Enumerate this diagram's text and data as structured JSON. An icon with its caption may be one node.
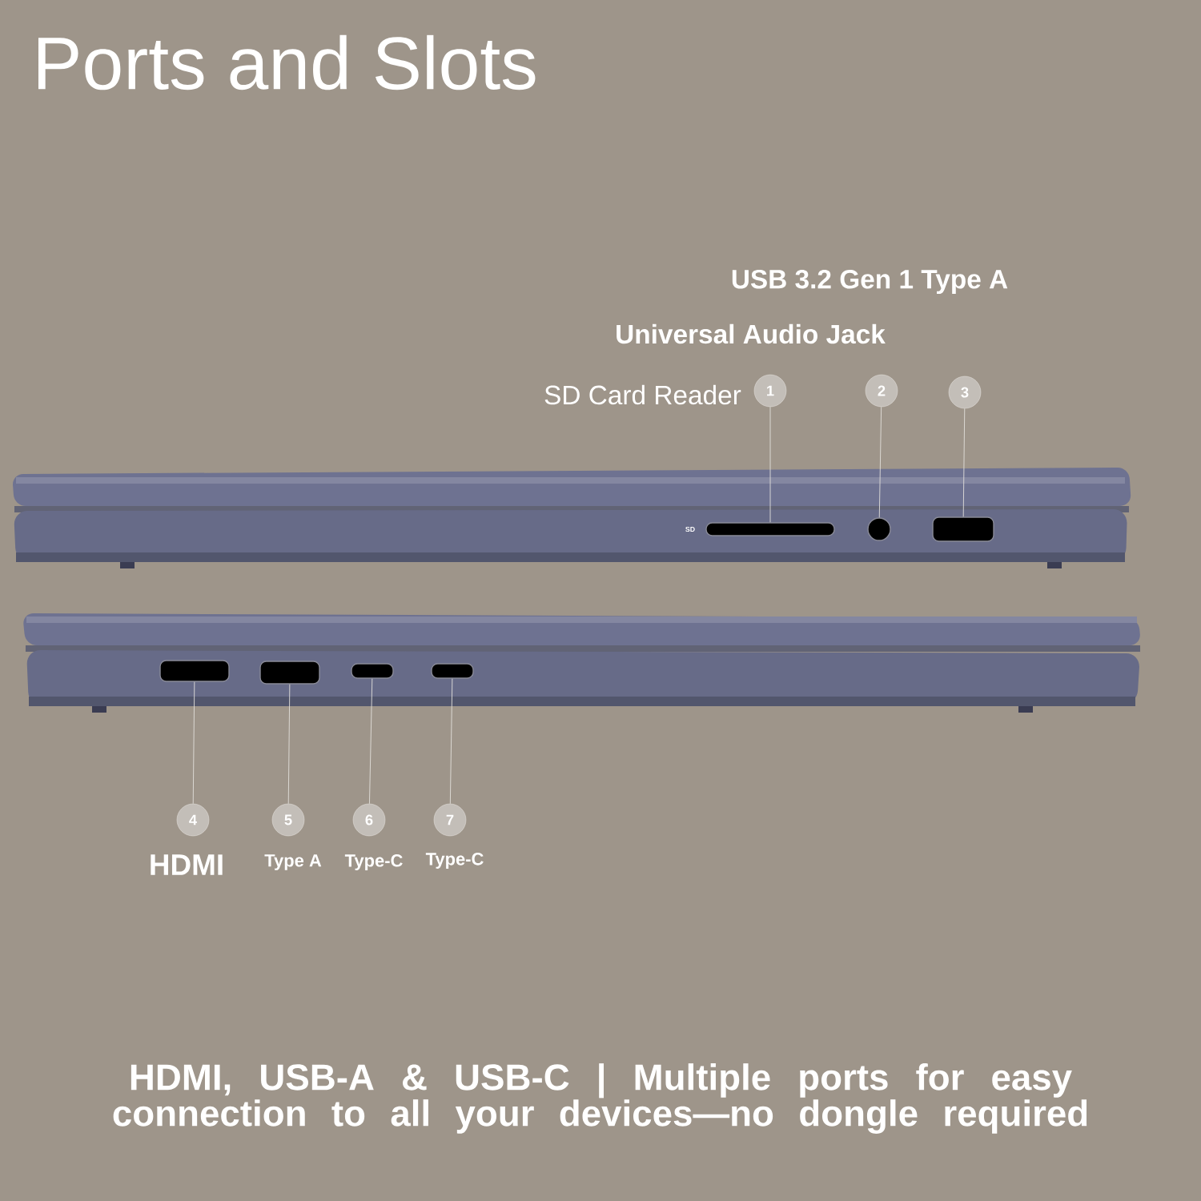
{
  "diagram": {
    "title": "Ports and Slots",
    "caption": "HDMI, USB-A & USB-C | Multiple ports for easy connection to all your devices—no dongle required",
    "nodes": [
      {
        "text": [
          "1"
        ],
        "beside": [
          "SD Card Reader"
        ]
      },
      {
        "text": [
          "2"
        ],
        "beside": [
          "Universal Audio Jack"
        ]
      },
      {
        "text": [
          "3"
        ],
        "beside": [
          "USB 3.2 Gen 1 Type A"
        ]
      },
      {
        "text": [],
        "shape": "box"
      },
      {
        "text": [],
        "shape": "circle"
      },
      {
        "text": [],
        "shape": "box"
      },
      {
        "text": [],
        "shape": "box"
      },
      {
        "text": [],
        "shape": "box"
      },
      {
        "text": [],
        "shape": "box"
      },
      {
        "text": [],
        "shape": "box"
      },
      {
        "text": [
          "4"
        ],
        "beside": [
          "HDMI"
        ]
      },
      {
        "text": [
          "5"
        ],
        "beside": [
          "Type A"
        ]
      },
      {
        "text": [
          "6"
        ],
        "beside": [
          "Type-C"
        ]
      },
      {
        "text": [
          "7"
        ],
        "beside": [
          "Type-C"
        ]
      }
    ],
    "edges": [
      {
        "from": 0,
        "to": 3,
        "arrow": "none"
      },
      {
        "from": 1,
        "to": 4,
        "arrow": "none"
      },
      {
        "from": 2,
        "to": 5,
        "arrow": "none"
      },
      {
        "from": 10,
        "to": 6,
        "arrow": "none"
      },
      {
        "from": 11,
        "to": 7,
        "arrow": "none"
      },
      {
        "from": 12,
        "to": 8,
        "arrow": "none"
      },
      {
        "from": 13,
        "to": 9,
        "arrow": "none"
      }
    ],
    "labels": [
      "SD"
    ]
  }
}
